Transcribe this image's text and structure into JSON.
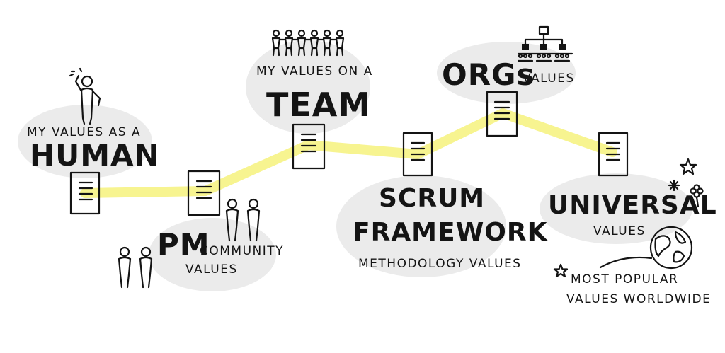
{
  "colors": {
    "blob": "#ebebeb",
    "highlight": "#f7f38a",
    "ink": "#141414"
  },
  "stages": [
    {
      "id": "human",
      "line1": "MY VALUES AS A",
      "title": "HUMAN"
    },
    {
      "id": "pm",
      "title": "PM",
      "line1": "COMMUNITY",
      "line2": "VALUES"
    },
    {
      "id": "team",
      "line1": "MY VALUES ON A",
      "title": "TEAM"
    },
    {
      "id": "scrum",
      "title_line1": "SCRUM",
      "title_line2": "FRAMEWORK",
      "subtitle": "METHODOLOGY VALUES"
    },
    {
      "id": "orgs",
      "title": "ORGs",
      "suffix": "VALUES"
    },
    {
      "id": "universal",
      "title": "UNIVERSAL",
      "subtitle": "VALUES",
      "note_line1": "MOST POPULAR",
      "note_line2": "VALUES WORLDWIDE"
    }
  ],
  "icons": [
    "speaking-person-icon",
    "standing-people-icon",
    "people-chain-icon",
    "org-chart-icon",
    "globe-icon",
    "star-icon",
    "sparkle-icon",
    "flower-icon",
    "document-icon"
  ]
}
